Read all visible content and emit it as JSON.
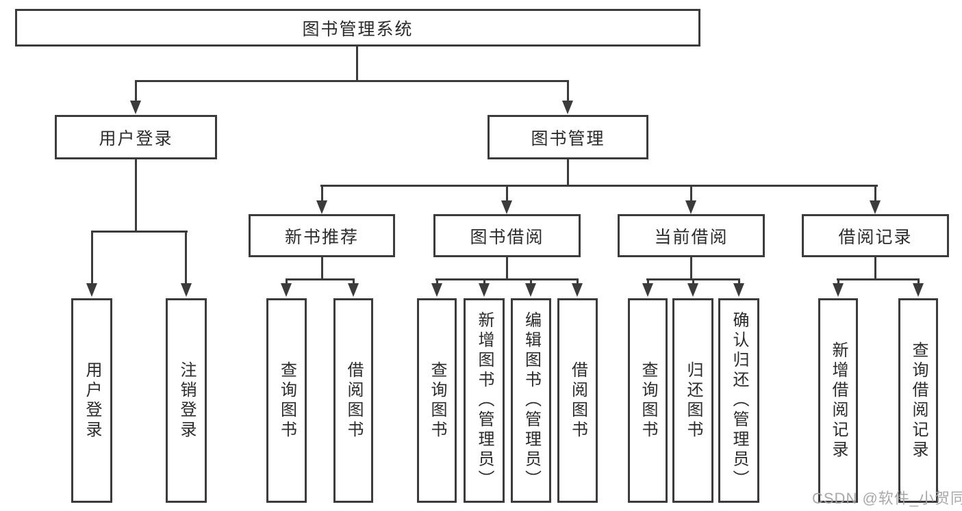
{
  "root": {
    "label": "图书管理系统"
  },
  "branches": [
    {
      "label": "用户登录",
      "children": [
        {
          "label": "用户登录"
        },
        {
          "label": "注销登录"
        }
      ]
    },
    {
      "label": "图书管理",
      "children": [
        {
          "label": "新书推荐",
          "children": [
            {
              "label": "查询图书"
            },
            {
              "label": "借阅图书"
            }
          ]
        },
        {
          "label": "图书借阅",
          "children": [
            {
              "label": "查询图书"
            },
            {
              "label": "新增图书（管理员）"
            },
            {
              "label": "编辑图书（管理员）"
            },
            {
              "label": "借阅图书"
            }
          ]
        },
        {
          "label": "当前借阅",
          "children": [
            {
              "label": "查询图书"
            },
            {
              "label": "归还图书"
            },
            {
              "label": "确认归还（管理员）"
            }
          ]
        },
        {
          "label": "借阅记录",
          "children": [
            {
              "label": "新增借阅记录"
            },
            {
              "label": "查询借阅记录"
            }
          ]
        }
      ]
    }
  ],
  "watermark": "CSDN @软件_小贺同学",
  "colors": {
    "line": "#3b3b3b",
    "text": "#2b2b2b",
    "background": "#ffffff",
    "watermark": "#a4a4a4"
  }
}
